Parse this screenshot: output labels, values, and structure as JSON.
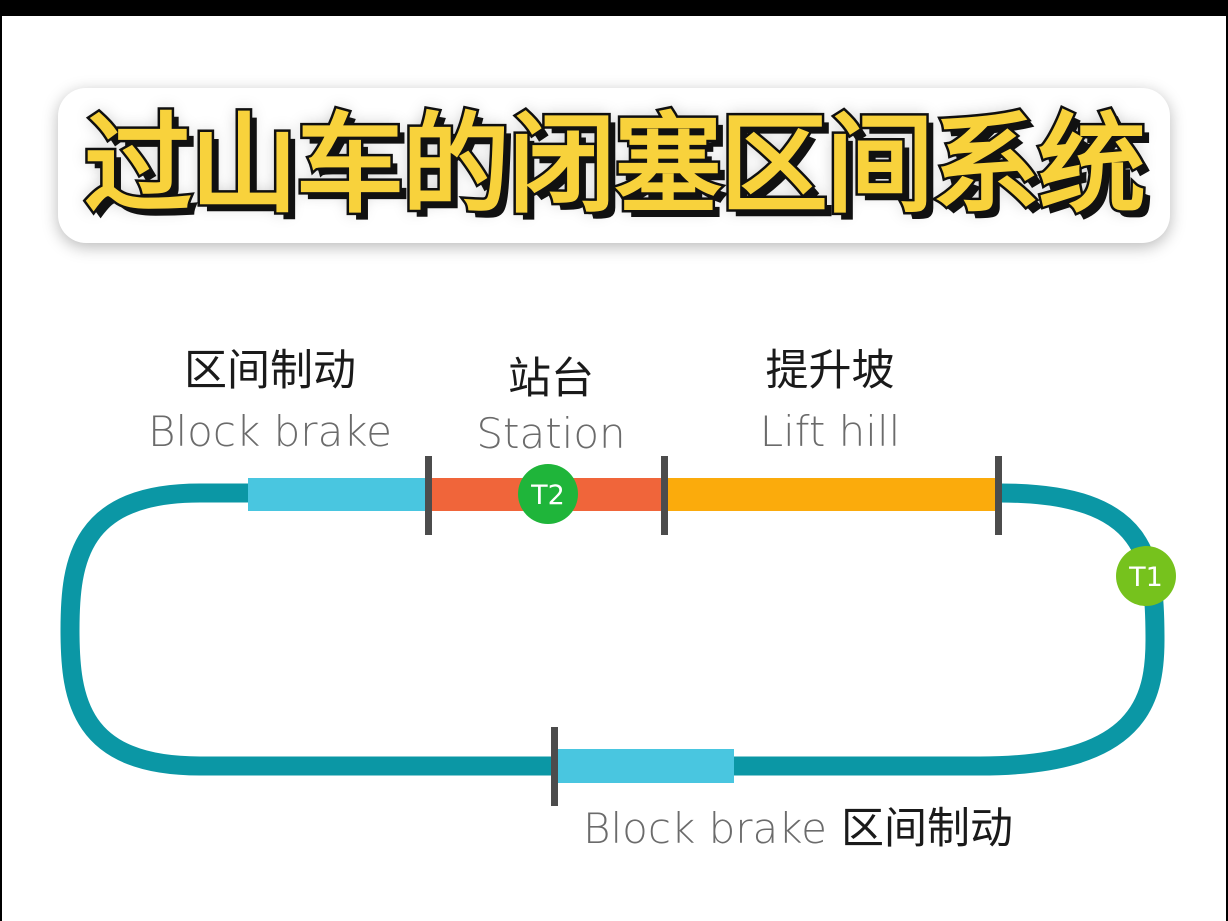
{
  "title": "过山车的闭塞区间系统",
  "sections": {
    "block_brake_top": {
      "zh": "区间制动",
      "en": "Block brake"
    },
    "station": {
      "zh": "站台",
      "en": "Station"
    },
    "lift_hill": {
      "zh": "提升坡",
      "en": "Lift hill"
    },
    "block_brake_bottom": {
      "en": "Block brake",
      "zh": "区间制动"
    }
  },
  "trains": [
    {
      "id": "T2",
      "location": "station",
      "color": "#1fb53a"
    },
    {
      "id": "T1",
      "location": "after lift hill",
      "color": "#76c21d"
    }
  ],
  "colors": {
    "track": "#0b97a5",
    "block_brake": "#49c6e0",
    "station": "#f0653a",
    "lift_hill": "#fbab0c",
    "divider": "#4c4c4c",
    "title_fill": "#f8d23c"
  }
}
